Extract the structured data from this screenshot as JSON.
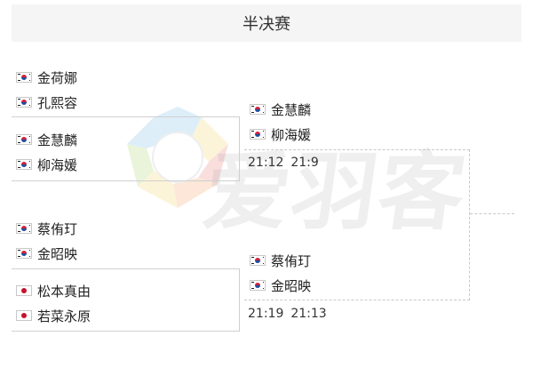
{
  "header": {
    "title": "半决赛"
  },
  "watermark": {
    "text": "爱羽客"
  },
  "quarterfinal_top": {
    "pair1": [
      {
        "flag": "korea-flag-icon",
        "name": "金荷娜"
      },
      {
        "flag": "korea-flag-icon",
        "name": "孔熙容"
      }
    ],
    "pair2": [
      {
        "flag": "korea-flag-icon",
        "name": "金慧麟"
      },
      {
        "flag": "korea-flag-icon",
        "name": "柳海媛"
      }
    ]
  },
  "quarterfinal_bottom": {
    "pair1": [
      {
        "flag": "korea-flag-icon",
        "name": "蔡侑玎"
      },
      {
        "flag": "korea-flag-icon",
        "name": "金昭映"
      }
    ],
    "pair2": [
      {
        "flag": "japan-flag-icon",
        "name": "松本真由"
      },
      {
        "flag": "japan-flag-icon",
        "name": "若菜永原"
      }
    ]
  },
  "semifinal": {
    "top": {
      "players": [
        {
          "flag": "korea-flag-icon",
          "name": "金慧麟"
        },
        {
          "flag": "korea-flag-icon",
          "name": "柳海媛"
        }
      ],
      "scores": [
        "21:12",
        "21:9"
      ]
    },
    "bottom": {
      "players": [
        {
          "flag": "korea-flag-icon",
          "name": "蔡侑玎"
        },
        {
          "flag": "korea-flag-icon",
          "name": "金昭映"
        }
      ],
      "scores": [
        "21:19",
        "21:13"
      ]
    }
  },
  "colors": {
    "header_bg": "#f5f5f5",
    "line": "#cfcfcf",
    "korea_red": "#d02040",
    "korea_blue": "#1e4da0",
    "japan_red": "#c8102e"
  }
}
